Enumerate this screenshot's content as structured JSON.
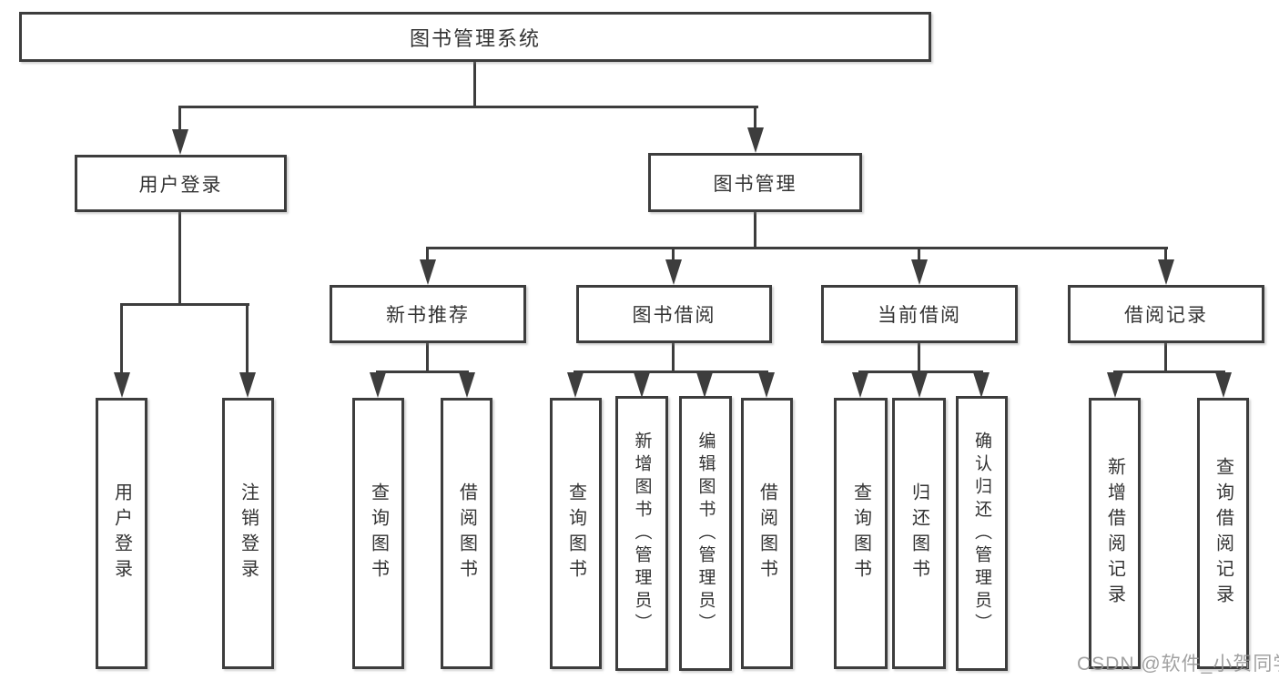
{
  "tree": {
    "root": {
      "label": "图书管理系统"
    },
    "branches": [
      {
        "label": "用户登录",
        "children": [
          "用户登录",
          "注销登录"
        ]
      },
      {
        "label": "图书管理",
        "groups": [
          {
            "label": "新书推荐",
            "children": [
              "查询图书",
              "借阅图书"
            ]
          },
          {
            "label": "图书借阅",
            "children": [
              "查询图书",
              "新增图书（管理员）",
              "编辑图书（管理员）",
              "借阅图书"
            ]
          },
          {
            "label": "当前借阅",
            "children": [
              "查询图书",
              "归还图书",
              "确认归还（管理员）"
            ]
          },
          {
            "label": "借阅记录",
            "children": [
              "新增借阅记录",
              "查询借阅记录"
            ]
          }
        ]
      }
    ]
  },
  "watermark": {
    "text": "CSDN @软件_小贺同学"
  },
  "colors": {
    "line": "#3d3d3d",
    "text": "#333333",
    "box_background": "#ffffff",
    "watermark": "#949494"
  }
}
